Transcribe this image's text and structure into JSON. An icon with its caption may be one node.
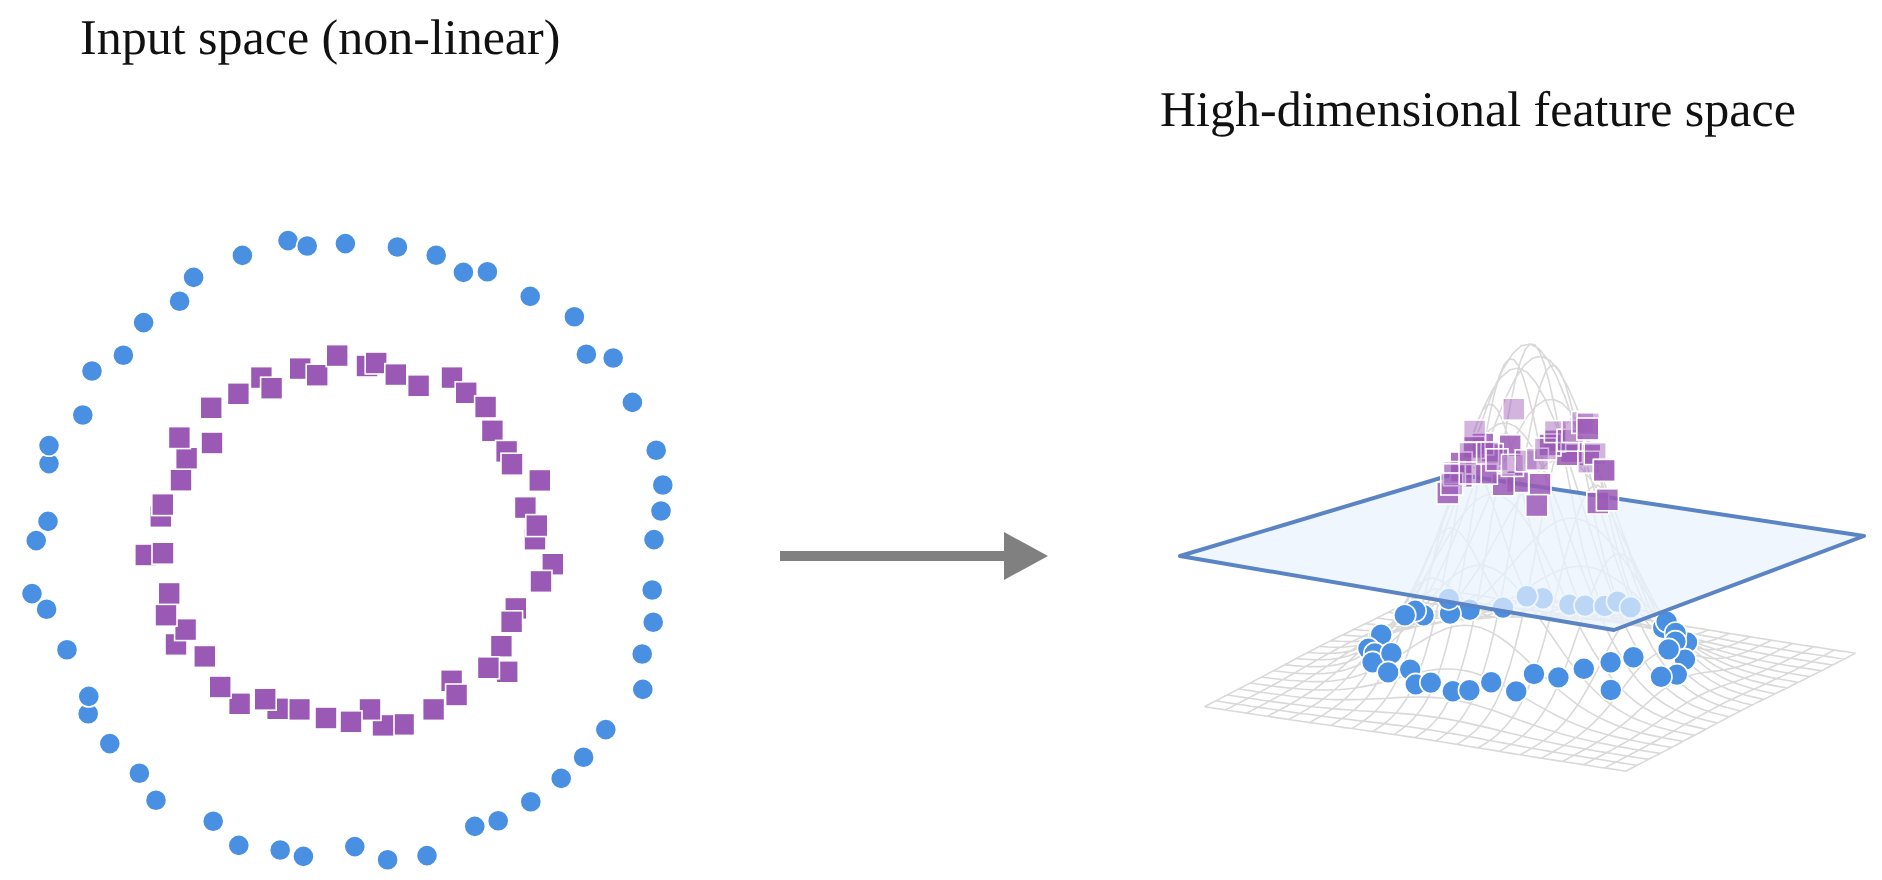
{
  "diagram": {
    "nodes": [
      {
        "text": [
          "Input space (non-linear)"
        ]
      },
      {
        "text": [
          "High-dimensional feature space"
        ]
      }
    ],
    "edges": [
      {
        "from": 0,
        "to": 1,
        "arrow": "to"
      }
    ]
  }
}
